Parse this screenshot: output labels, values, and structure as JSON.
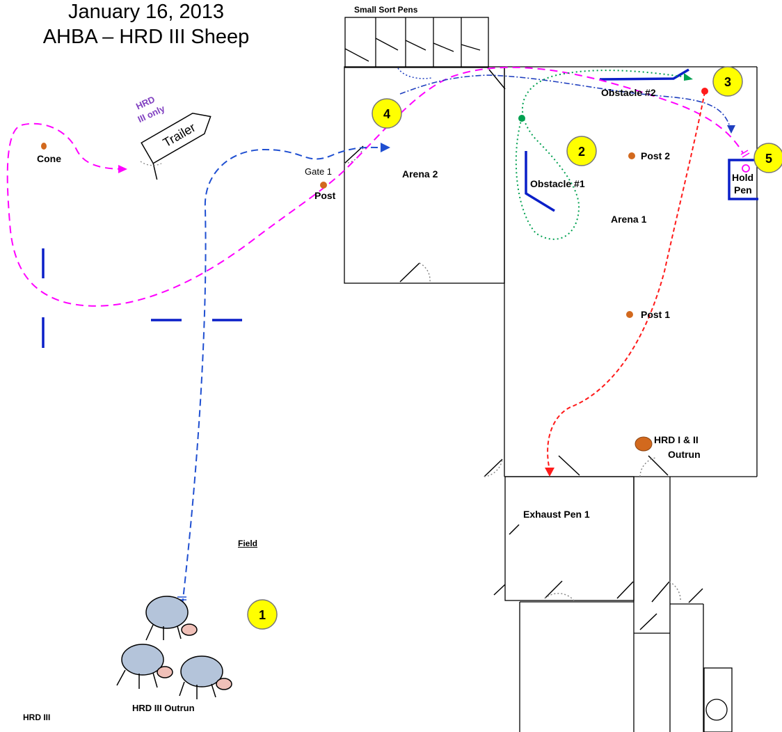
{
  "header": {
    "date": "January 16, 2013",
    "title": "AHBA – HRD III Sheep"
  },
  "labels": {
    "small_sort_pens": "Small Sort Pens",
    "trailer_note_line1": "HRD",
    "trailer_note_line2": "III only",
    "trailer": "Trailer",
    "cone": "Cone",
    "gate1": "Gate 1",
    "post": "Post",
    "arena2": "Arena 2",
    "arena1": "Arena 1",
    "obstacle1": "Obstacle #1",
    "obstacle2": "Obstacle #2",
    "post1": "Post 1",
    "post2": "Post 2",
    "hold_pen_line1": "Hold",
    "hold_pen_line2": "Pen",
    "hrd_i_ii_line1": "HRD I & II",
    "hrd_i_ii_line2": "Outrun",
    "exhaust_pen1": "Exhaust Pen 1",
    "field": "Field",
    "hrd_iii_outrun": "HRD III Outrun",
    "footer": "HRD III"
  },
  "markers": [
    "1",
    "2",
    "3",
    "4",
    "5"
  ],
  "colors": {
    "marker_fill": "#ffff00",
    "magenta_path": "#ff00ff",
    "blue_path": "#1f4fd1",
    "navy_path": "#1f3fbf",
    "green_path": "#00a050",
    "red_path": "#ff1a1a",
    "post_fill": "#d2691e",
    "obstacle": "#0a1fc8",
    "trailer_note": "#8040c0",
    "sheep_fill": "#b4c4da"
  }
}
